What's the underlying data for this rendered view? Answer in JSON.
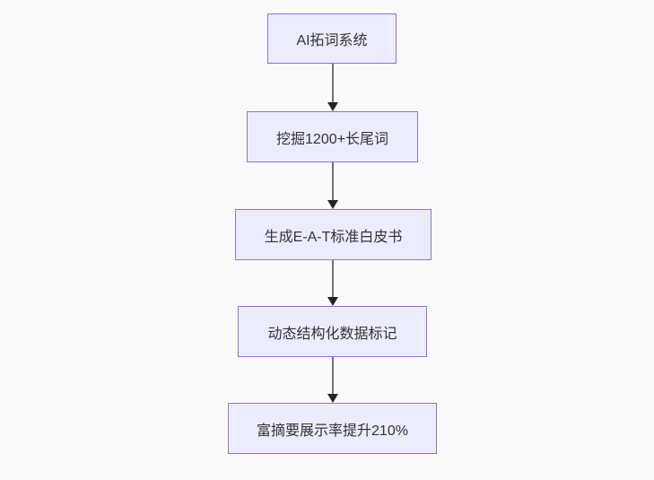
{
  "diagram": {
    "type": "flowchart",
    "direction": "top-down",
    "colors": {
      "background": "#fafafa",
      "node_fill": "#ececff",
      "node_border": "#9370db",
      "node_text": "#333333",
      "arrow_line": "#737373",
      "arrow_head": "#222222"
    },
    "nodes": [
      {
        "id": "step-1",
        "label": "AI拓词系统"
      },
      {
        "id": "step-2",
        "label": "挖掘1200+长尾词"
      },
      {
        "id": "step-3",
        "label": "生成E-A-T标准白皮书"
      },
      {
        "id": "step-4",
        "label": "动态结构化数据标记"
      },
      {
        "id": "step-5",
        "label": "富摘要展示率提升210%"
      }
    ],
    "edges": [
      {
        "from": "step-1",
        "to": "step-2"
      },
      {
        "from": "step-2",
        "to": "step-3"
      },
      {
        "from": "step-3",
        "to": "step-4"
      },
      {
        "from": "step-4",
        "to": "step-5"
      }
    ]
  }
}
